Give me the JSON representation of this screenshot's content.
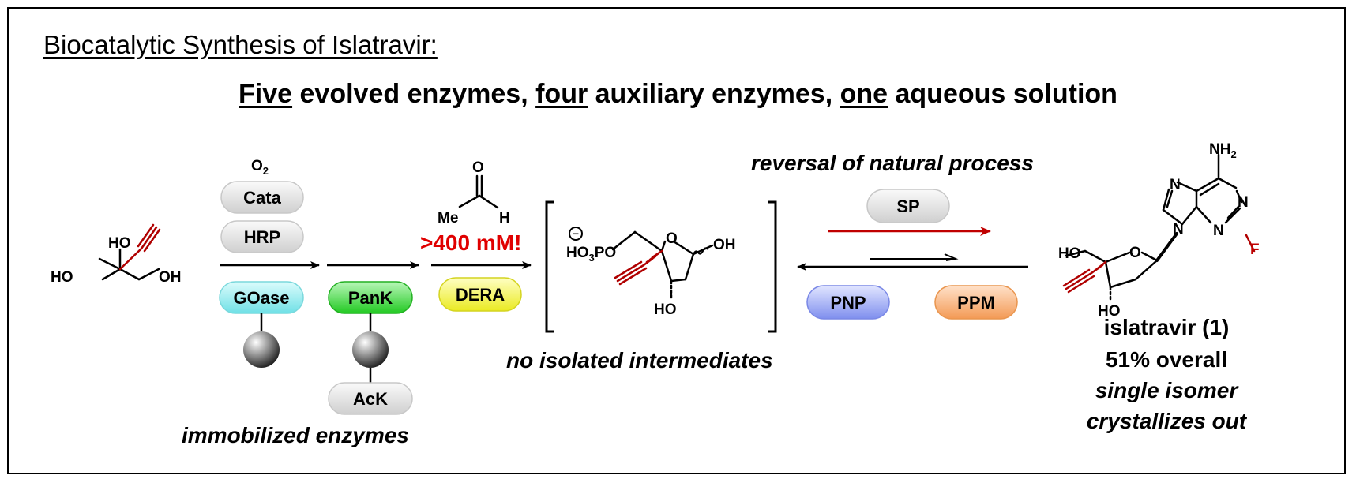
{
  "header": {
    "title": "Biocatalytic Synthesis of Islatravir:",
    "subtitle": {
      "w1": "Five",
      "t1": " evolved enzymes, ",
      "w2": "four",
      "t2": " auxiliary enzymes, ",
      "w3": "one",
      "t3": " aqueous solution"
    }
  },
  "reagents": {
    "o2": "O",
    "o2_sub": "2",
    "cata": "Cata",
    "hrp": "HRP",
    "goase": "GOase",
    "pank": "PanK",
    "ack": "AcK",
    "dera": "DERA",
    "me": "Me",
    "h": "H",
    "o": "O",
    "concentration": ">400 mM!",
    "sp": "SP",
    "pnp": "PNP",
    "ppm": "PPM"
  },
  "labels": {
    "immobilized": "immobilized enzymes",
    "no_isolated": "no isolated intermediates",
    "reversal": "reversal of natural process",
    "product_name": "islatravir (1)",
    "yield": "51% overall",
    "isomer": "single isomer",
    "crystallizes": "crystallizes out"
  },
  "atoms": {
    "ho": "HO",
    "oh": "OH",
    "o": "O",
    "ho3po": "HO",
    "ho3po_sub": "3",
    "ho3po_end": "PO",
    "n": "N",
    "f": "F",
    "nh": "NH",
    "nh_sub": "2",
    "minus": "−"
  },
  "colors": {
    "goase": "#7ee8ee",
    "pank": "#3fd83f",
    "dera": "#f2f23a",
    "sp": "#e2e2e2",
    "pnp": "#8f9cf0",
    "ppm": "#f7a66a",
    "gray_pill": "#e2e2e2",
    "red": "#e00000",
    "alkyne": "#b00000"
  }
}
